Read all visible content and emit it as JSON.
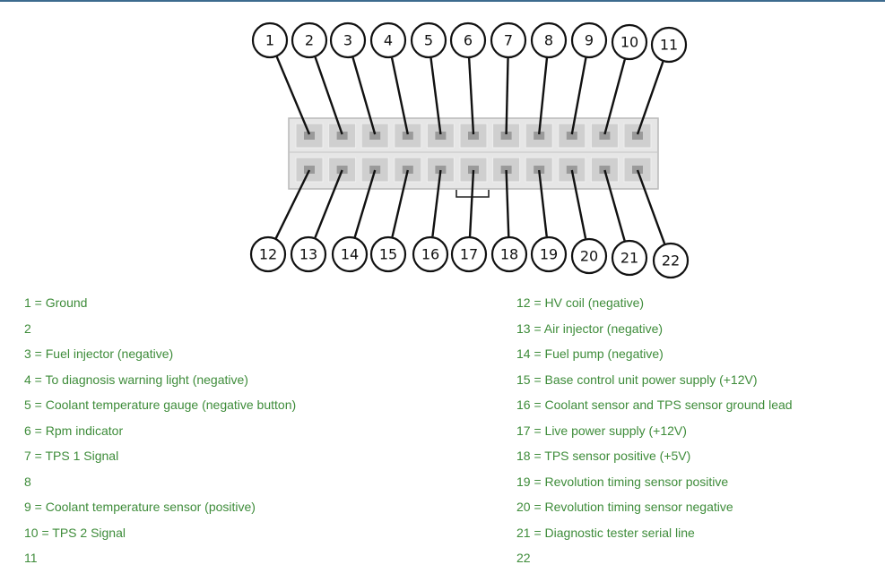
{
  "connector": {
    "top_pins": [
      "1",
      "2",
      "3",
      "4",
      "5",
      "6",
      "7",
      "8",
      "9",
      "10",
      "11"
    ],
    "bottom_pins": [
      "12",
      "13",
      "14",
      "15",
      "16",
      "17",
      "18",
      "19",
      "20",
      "21",
      "22"
    ]
  },
  "colors": {
    "legend_text": "#3e8c3a",
    "top_rule": "#3d6b8e"
  },
  "legend": {
    "left": [
      "1 = Ground",
      "2",
      "3 = Fuel injector (negative)",
      "4 = To diagnosis warning light (negative)",
      "5 = Coolant temperature gauge (negative button)",
      "6 = Rpm indicator",
      "7 = TPS 1 Signal",
      "8",
      "9 = Coolant temperature sensor (positive)",
      "10 = TPS 2 Signal",
      "11"
    ],
    "right": [
      "12 = HV coil (negative)",
      "13 = Air injector (negative)",
      "14 = Fuel pump (negative)",
      "15 = Base control unit power supply (+12V)",
      "16 = Coolant sensor and TPS sensor ground lead",
      "17 = Live power supply (+12V)",
      "18 = TPS sensor positive (+5V)",
      "19 = Revolution timing sensor positive",
      "20 = Revolution timing sensor negative",
      "21 = Diagnostic tester serial line",
      "22"
    ]
  }
}
